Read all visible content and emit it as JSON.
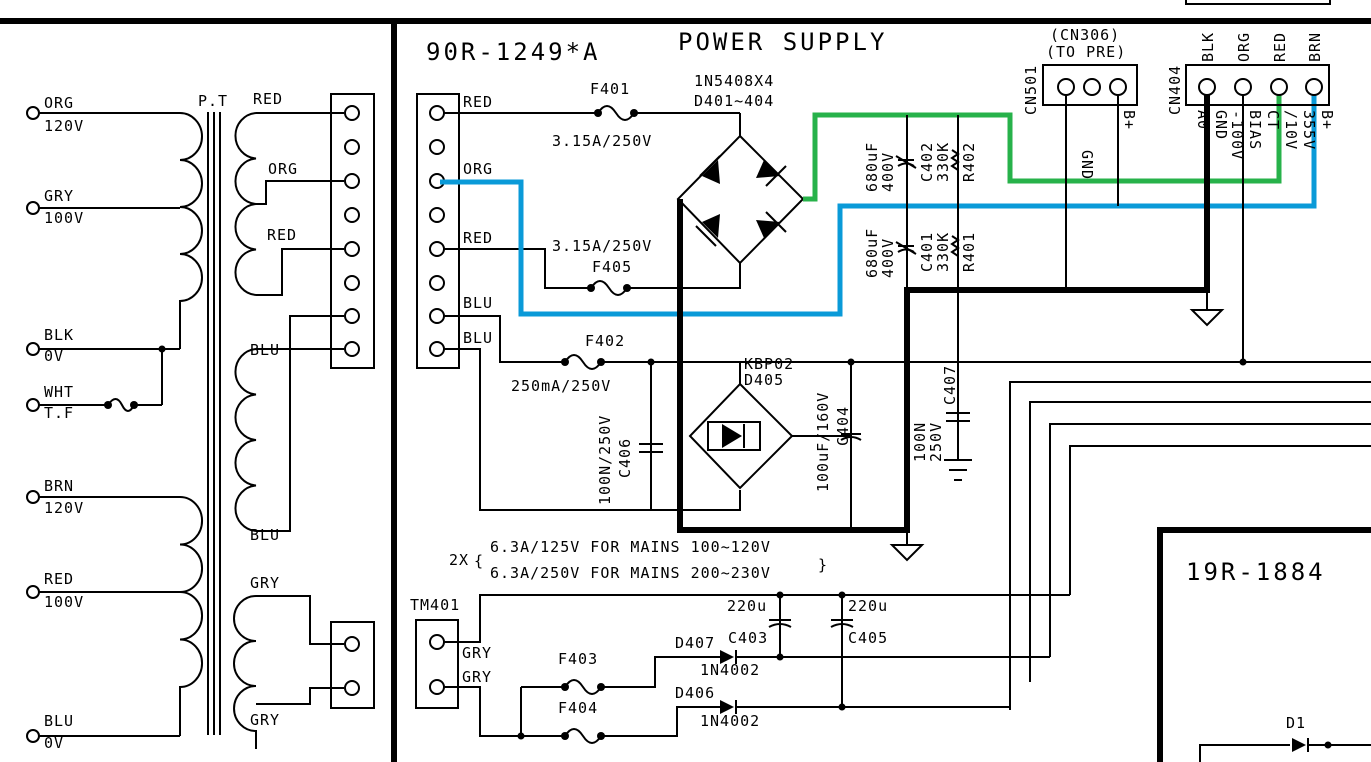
{
  "title": "POWER SUPPLY",
  "board_id": "90R-1249*A",
  "board_id_2": "19R-1884",
  "transformer": {
    "label": "P.T",
    "primary": [
      {
        "color": "ORG",
        "volt": "120V"
      },
      {
        "color": "GRY",
        "volt": "100V"
      },
      {
        "color": "BLK",
        "volt": "0V"
      },
      {
        "color": "WHT",
        "volt": "T.F"
      },
      {
        "color": "BRN",
        "volt": "120V"
      },
      {
        "color": "RED",
        "volt": "100V"
      },
      {
        "color": "BLU",
        "volt": "0V"
      }
    ],
    "secondary": [
      "RED",
      "ORG",
      "RED",
      "BLU",
      "BLU",
      "GRY",
      "GRY"
    ]
  },
  "connector_labels": [
    "RED",
    "ORG",
    "RED",
    "BLU",
    "BLU"
  ],
  "fuses": {
    "f401": "F401",
    "f401_rating": "3.15A/250V",
    "f405": "F405",
    "f405_rating": "3.15A/250V",
    "f402": "F402",
    "f402_rating": "250mA/250V",
    "f403": "F403",
    "f404": "F404"
  },
  "rectifier": {
    "name": "1N5408X4",
    "ref": "D401~404"
  },
  "bridge": {
    "name": "KBP02",
    "ref": "D405"
  },
  "caps": {
    "c402_val": "680uF",
    "c402_v": "400V",
    "c402": "C402",
    "r402_val": "330K",
    "r402": "R402",
    "c401_val": "680uF",
    "c401_v": "400V",
    "c401": "C401",
    "r401_val": "330K",
    "r401": "R401",
    "c406_val": "100N/250V",
    "c406": "C406",
    "c404_val": "100uF/160V",
    "c404": "C404",
    "c407_val": "100N",
    "c407_v": "250V",
    "c407": "C407",
    "c403_val": "220u",
    "c403": "C403",
    "c405_val": "220u",
    "c405": "C405"
  },
  "diodes": {
    "d407": "D407",
    "d406": "D406",
    "type1": "1N4002",
    "type2": "1N4002",
    "d1": "D1"
  },
  "tm401": {
    "ref": "TM401",
    "pins": [
      "GRY",
      "GRY"
    ]
  },
  "notes": {
    "mult": "2X",
    "line1": "6.3A/125V FOR MAINS 100~120V",
    "line2": "6.3A/250V FOR MAINS 200~230V"
  },
  "cn501": {
    "ref": "CN501",
    "title1": "(CN306)",
    "title2": "(TO PRE)",
    "pins": [
      "GND",
      "B+"
    ]
  },
  "cn404": {
    "ref": "CN404",
    "top": [
      "BLK",
      "ORG",
      "RED",
      "BRN"
    ],
    "bottom": [
      "A0",
      "GND",
      "-100V",
      "BIAS",
      "CT",
      "/10V",
      "355V",
      "B+"
    ]
  },
  "colors": {
    "blue_wire": "#0a9ad8",
    "green_wire": "#27b24a",
    "ink": "#000000"
  }
}
